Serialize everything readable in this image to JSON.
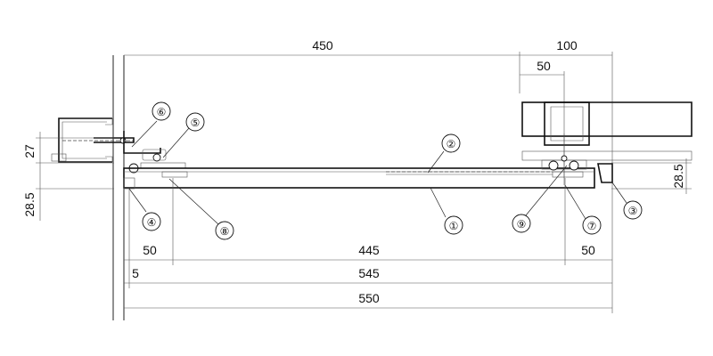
{
  "dimensions": {
    "top_overall": "450",
    "top_right": "100",
    "top_right_inner": "50",
    "left_upper": "27",
    "left_lower": "28.5",
    "right_height": "28.5",
    "row1_left": "50",
    "row1_mid": "445",
    "row1_right": "50",
    "row2_left": "5",
    "row2_total": "545",
    "row3_total": "550"
  },
  "callouts": [
    "①",
    "②",
    "③",
    "④",
    "⑤",
    "⑥",
    "⑦",
    "⑧",
    "⑨"
  ]
}
